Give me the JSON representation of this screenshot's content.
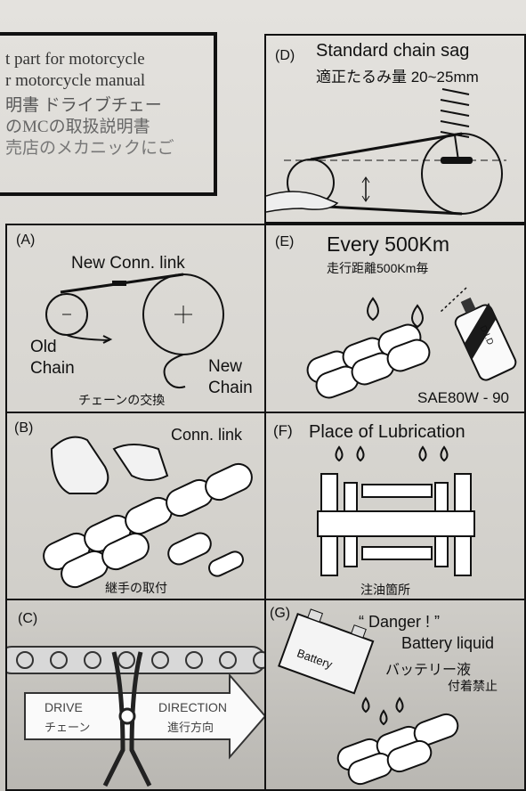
{
  "top_left": {
    "lines": [
      "t part for motorcycle",
      "r motorcycle manual",
      "明書 ドライブチェー",
      "のMCの取扱説明書",
      "売店のメカニックにご"
    ]
  },
  "panel_d": {
    "letter": "(D)",
    "title": "Standard chain sag",
    "subtitle": "適正たるみ量 20~25mm"
  },
  "panel_a": {
    "letter": "(A)",
    "label_new_link": "New Conn. link",
    "label_old_1": "Old",
    "label_old_2": "Chain",
    "label_new_1": "New",
    "label_new_2": "Chain",
    "caption": "チェーンの交換"
  },
  "panel_e": {
    "letter": "(E)",
    "title": "Every 500Km",
    "subtitle": "走行距離500Km毎",
    "oil_spec": "SAE80W - 90",
    "can_label": "D.I.D"
  },
  "panel_b": {
    "letter": "(B)",
    "label": "Conn. link",
    "caption": "継手の取付"
  },
  "panel_f": {
    "letter": "(F)",
    "title": "Place of Lubrication",
    "caption": "注油箇所"
  },
  "panel_c": {
    "letter": "(C)",
    "drive_en": "DRIVE",
    "drive_jp": "チェーン",
    "direction_en": "DIRECTION",
    "direction_jp": "進行方向"
  },
  "panel_g": {
    "letter": "(G)",
    "danger": "“ Danger ! ”",
    "battery_liquid": "Battery liquid",
    "jp_1": "バッテリー液",
    "jp_2": "付着禁止",
    "battery_label": "Battery"
  }
}
